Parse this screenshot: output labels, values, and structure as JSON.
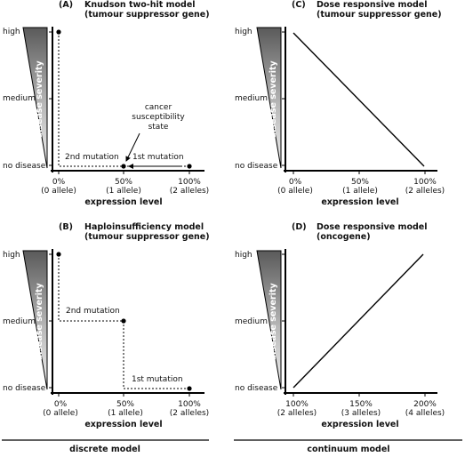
{
  "panels": {
    "a": {
      "letter": "(A)",
      "title1": "Knudson two-hit model",
      "title2": "(tumour suppressor gene)",
      "severity_label": "disease severity",
      "y_high": "high",
      "y_medium": "medium",
      "y_low": "no disease",
      "x_ticks": [
        {
          "pct": "0%",
          "allele": "(0 allele)"
        },
        {
          "pct": "50%",
          "allele": "(1 allele)"
        },
        {
          "pct": "100%",
          "allele": "(2 alleles)"
        }
      ],
      "xlabel": "expression level",
      "annotation": [
        "cancer",
        "susceptibility",
        "state"
      ],
      "mut1": "1st mutation",
      "mut2": "2nd mutation"
    },
    "b": {
      "letter": "(B)",
      "title1": "Haploinsufficiency model",
      "title2": "(tumour suppressor gene)",
      "severity_label": "disease severity",
      "y_high": "high",
      "y_medium": "medium",
      "y_low": "no disease",
      "x_ticks": [
        {
          "pct": "0%",
          "allele": "(0 allele)"
        },
        {
          "pct": "50%",
          "allele": "(1 allele)"
        },
        {
          "pct": "100%",
          "allele": "(2 alleles)"
        }
      ],
      "xlabel": "expression level",
      "mut1": "1st mutation",
      "mut2": "2nd mutation"
    },
    "c": {
      "letter": "(C)",
      "title1": "Dose responsive model",
      "title2": "(tumour suppressor gene)",
      "severity_label": "disease severity",
      "y_high": "high",
      "y_medium": "medium",
      "y_low": "no disease",
      "x_ticks": [
        {
          "pct": "0%",
          "allele": "(0 allele)"
        },
        {
          "pct": "50%",
          "allele": "(1 allele)"
        },
        {
          "pct": "100%",
          "allele": "(2 alleles)"
        }
      ],
      "xlabel": "expression level"
    },
    "d": {
      "letter": "(D)",
      "title1": "Dose responsive model",
      "title2": "(oncogene)",
      "severity_label": "disease severity",
      "y_high": "high",
      "y_medium": "medium",
      "y_low": "no disease",
      "x_ticks": [
        {
          "pct": "100%",
          "allele": "(2 alleles)"
        },
        {
          "pct": "150%",
          "allele": "(3 alleles)"
        },
        {
          "pct": "200%",
          "allele": "(4 alleles)"
        }
      ],
      "xlabel": "expression level"
    }
  },
  "footer": {
    "left": "discrete model",
    "right": "continuum model"
  }
}
